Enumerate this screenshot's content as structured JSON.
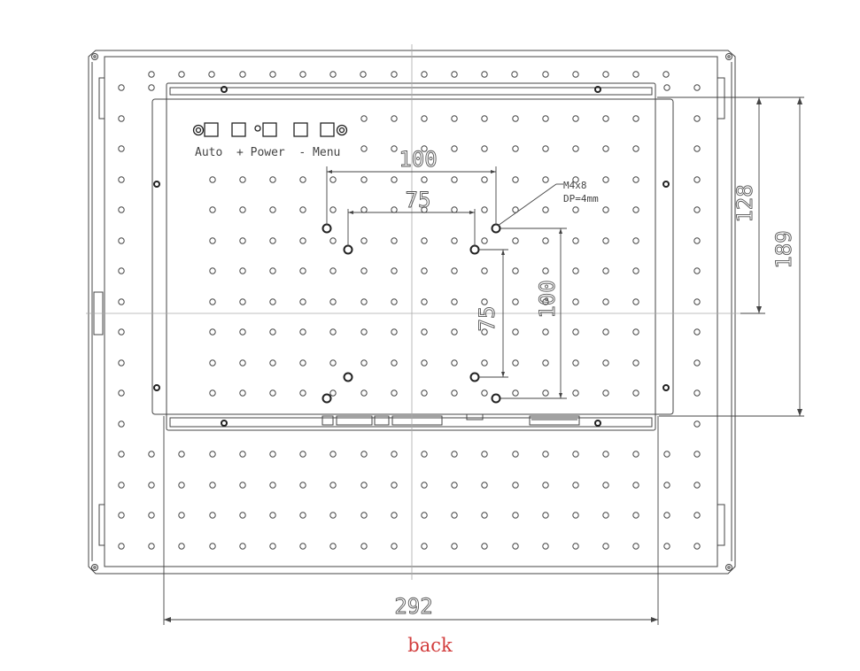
{
  "caption": "back",
  "colors": {
    "caption": "#d23c3c",
    "line": "#444444",
    "center_line": "#aaaaaa"
  },
  "controls": {
    "label": "Auto  + Power  - Menu",
    "buttons": [
      "Auto",
      "+",
      "Power",
      "-",
      "Menu"
    ]
  },
  "dimensions": {
    "width_overall": "292",
    "height_outer": "189",
    "height_inner": "128",
    "vesa_100_h": "100",
    "vesa_75_h": "75",
    "vesa_75_v": "75",
    "vesa_100_v": "100"
  },
  "mount_note": {
    "line1": "M4x8",
    "line2": "DP=4mm"
  }
}
